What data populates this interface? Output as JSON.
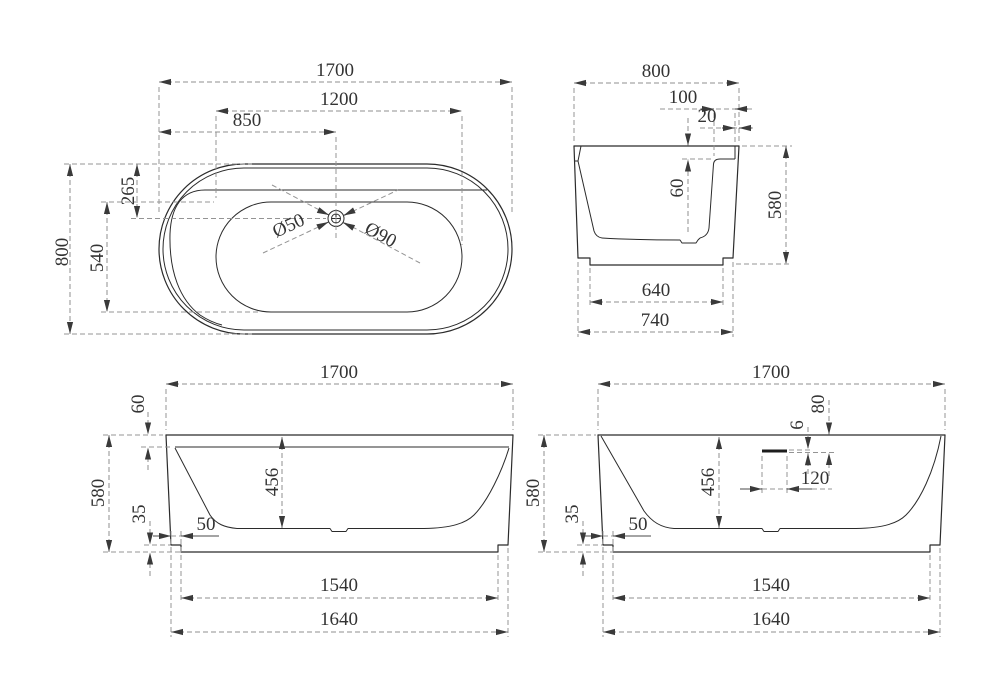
{
  "views": {
    "plan": {
      "dims": {
        "overall_length": "1700",
        "rim_opening_length": "1200",
        "drain_center_from_left": "850",
        "deck_depth": "265",
        "rim_opening_width": "540",
        "overall_width": "800",
        "drain_diameter": "Ø50",
        "drain_flange_diameter": "Ø90"
      }
    },
    "end": {
      "dims": {
        "overall_width": "800",
        "deck_width": "100",
        "rim_edge": "20",
        "deck_drop": "60",
        "overall_height": "580",
        "plinth_width": "640",
        "base_width": "740"
      }
    },
    "front": {
      "dims": {
        "overall_length": "1700",
        "rim_band": "60",
        "overall_height": "580",
        "inner_depth": "456",
        "plinth_height": "35",
        "plinth_inset": "50",
        "plinth_length": "1540",
        "base_length": "1640"
      }
    },
    "back": {
      "dims": {
        "overall_length": "1700",
        "overflow_from_top": "80",
        "overflow_slot_height": "6",
        "overflow_width": "120",
        "inner_depth": "456",
        "overall_height": "580",
        "plinth_height": "35",
        "plinth_inset": "50",
        "plinth_length": "1540",
        "base_length": "1640"
      }
    }
  }
}
